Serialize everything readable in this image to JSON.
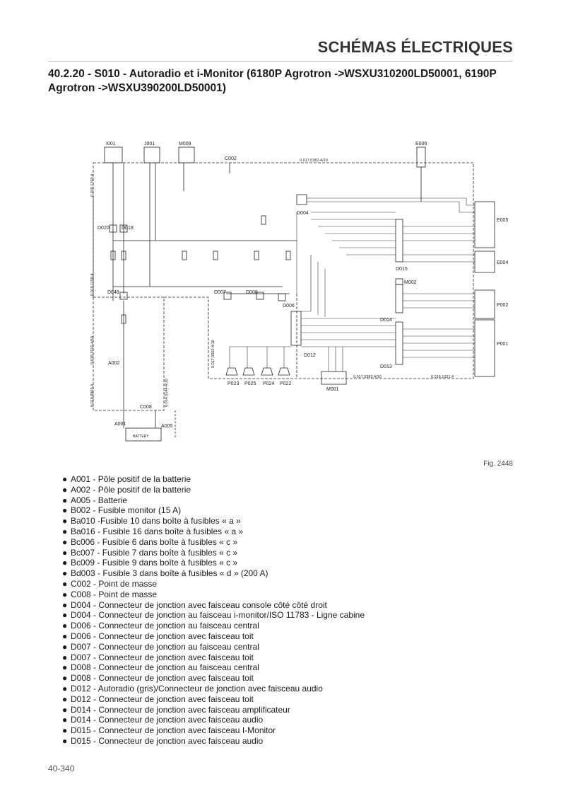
{
  "header": {
    "title": "SCHÉMAS ÉLECTRIQUES"
  },
  "section": {
    "title": "40.2.20 - S010 - Autoradio et i-Monitor (6180P Agrotron ->WSXU310200LD50001, 6190P Agrotron ->WSXU390200LD50001)"
  },
  "diagram": {
    "top_components": [
      "I001",
      "J001",
      "M009",
      "C002",
      "E006"
    ],
    "connectors": [
      "D004",
      "D020",
      "D019",
      "D048",
      "D007",
      "D008",
      "D006",
      "D015",
      "M002",
      "D014",
      "D012",
      "D013",
      "A002",
      "C008",
      "A001",
      "A005"
    ],
    "right_components": [
      "E005",
      "E004",
      "P002",
      "P001"
    ],
    "bottom_components": [
      "P023",
      "P025",
      "P024",
      "P022",
      "M001"
    ],
    "battery_label": "BATTERY",
    "wire_refs": [
      "0.017.0382.4/20",
      "0.019.1760.4",
      "0.019.1159.4",
      "0.018.3510.4/50",
      "0.018.8803.4",
      "0.014.5144.4/10",
      "0.017.0552.4/10",
      "0.017.0383.4/10",
      "0.016.1021.4"
    ]
  },
  "figure": {
    "label": "Fig. 2448"
  },
  "legend": {
    "bullet": "●",
    "items": [
      "A001 - Pôle positif de la batterie",
      "A002 - Pôle positif de la batterie",
      "A005 - Batterie",
      "B002 - Fusible monitor (15 A)",
      "Ba010 -Fusible 10 dans boîte à fusibles « a »",
      "Ba016 - Fusible 16 dans boîte à fusibles « a »",
      "Bc006 - Fusible 6 dans boîte à fusibles « c »",
      "Bc007 - Fusible 7 dans boîte à fusibles « c »",
      "Bc009 - Fusible 9 dans boîte à fusibles « c »",
      "Bd003 - Fusible 3 dans boîte à fusibles « d » (200 A)",
      "C002 - Point de masse",
      "C008 - Point de masse",
      "D004 - Connecteur de jonction avec faisceau console côté côté droit",
      "D004 - Connecteur de jonction au faisceau i-monitor/ISO 11783 - Ligne cabine",
      "D006 - Connecteur de jonction au faisceau central",
      "D006 - Connecteur de jonction avec faisceau toit",
      "D007 - Connecteur de jonction au faisceau central",
      "D007 - Connecteur de jonction avec faisceau toit",
      "D008 - Connecteur de jonction au faisceau central",
      "D008 - Connecteur de jonction avec faisceau toit",
      "D012 - Autoradio (gris)/Connecteur de jonction avec faisceau audio",
      "D012 - Connecteur de jonction avec faisceau toit",
      "D014 - Connecteur de jonction avec faisceau amplificateur",
      "D014 - Connecteur de jonction avec faisceau audio",
      "D015 - Connecteur de jonction avec faisceau I-Monitor",
      "D015 - Connecteur de jonction avec faisceau audio"
    ]
  },
  "footer": {
    "page_number": "40-340"
  }
}
